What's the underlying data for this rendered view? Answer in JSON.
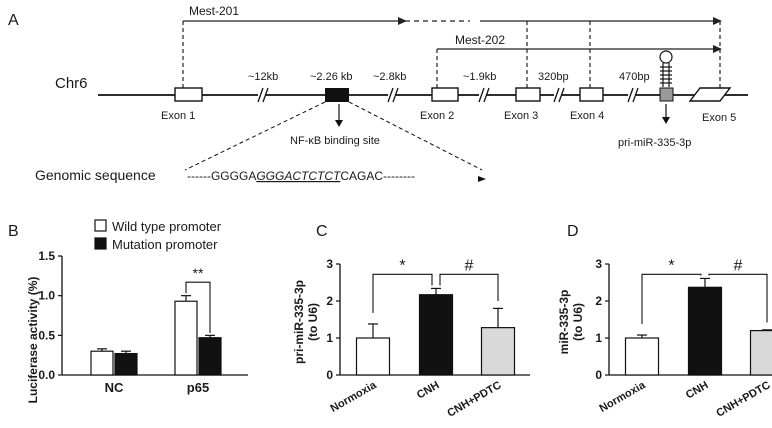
{
  "panelA": {
    "letter": "A",
    "chromosome": "Chr6",
    "transcript1": "Mest-201",
    "transcript2": "Mest-202",
    "gaps": [
      "~12kb",
      "~2.26 kb",
      "~2.8kb",
      "~1.9kb",
      "320bp",
      "470bp"
    ],
    "exons": [
      "Exon 1",
      "Exon 2",
      "Exon 3",
      "Exon 4",
      "Exon 5"
    ],
    "binding_site": "NF-κB binding site",
    "mirna": "pri-miR-335-3p",
    "genomic_label": "Genomic sequence",
    "seq_left": "------GGGGA",
    "seq_site": "GGGACTCTCT",
    "seq_right": "CAGAC--------"
  },
  "chart_data": [
    {
      "panel": "B",
      "type": "bar",
      "ylabel": "Luciferase activity (%)",
      "categories": [
        "NC",
        "p65"
      ],
      "ylim": [
        0,
        1.5
      ],
      "yticks": [
        "0.0",
        "0.5",
        "1.0",
        "1.5"
      ],
      "series": [
        {
          "name": "Wild type promoter",
          "values": [
            0.3,
            0.93
          ],
          "errors": [
            0.03,
            0.07
          ],
          "color": "#ffffff"
        },
        {
          "name": "Mutation promoter",
          "values": [
            0.27,
            0.47
          ],
          "errors": [
            0.03,
            0.03
          ],
          "color": "#111111"
        }
      ],
      "annotation": "**",
      "legend_position": "top"
    },
    {
      "panel": "C",
      "type": "bar",
      "ylabel": "pri-miR-335-3p (to U6)",
      "categories": [
        "Normoxia",
        "CNH",
        "CNH+PDTC"
      ],
      "values": [
        1.0,
        2.17,
        1.28
      ],
      "errors": [
        0.38,
        0.17,
        0.52
      ],
      "colors": [
        "#ffffff",
        "#111111",
        "#d9d9d9"
      ],
      "ylim": [
        0,
        3
      ],
      "yticks": [
        "0",
        "1",
        "2",
        "3"
      ],
      "annotations": [
        "*",
        "#"
      ]
    },
    {
      "panel": "D",
      "type": "bar",
      "ylabel": "miR-335-3p (to U6)",
      "categories": [
        "Normoxia",
        "CNH",
        "CNH+PDTC"
      ],
      "values": [
        1.0,
        2.37,
        1.2
      ],
      "errors": [
        0.08,
        0.24,
        0.02
      ],
      "colors": [
        "#ffffff",
        "#111111",
        "#d9d9d9"
      ],
      "ylim": [
        0,
        3
      ],
      "yticks": [
        "0",
        "1",
        "2",
        "3"
      ],
      "annotations": [
        "*",
        "#"
      ]
    }
  ]
}
